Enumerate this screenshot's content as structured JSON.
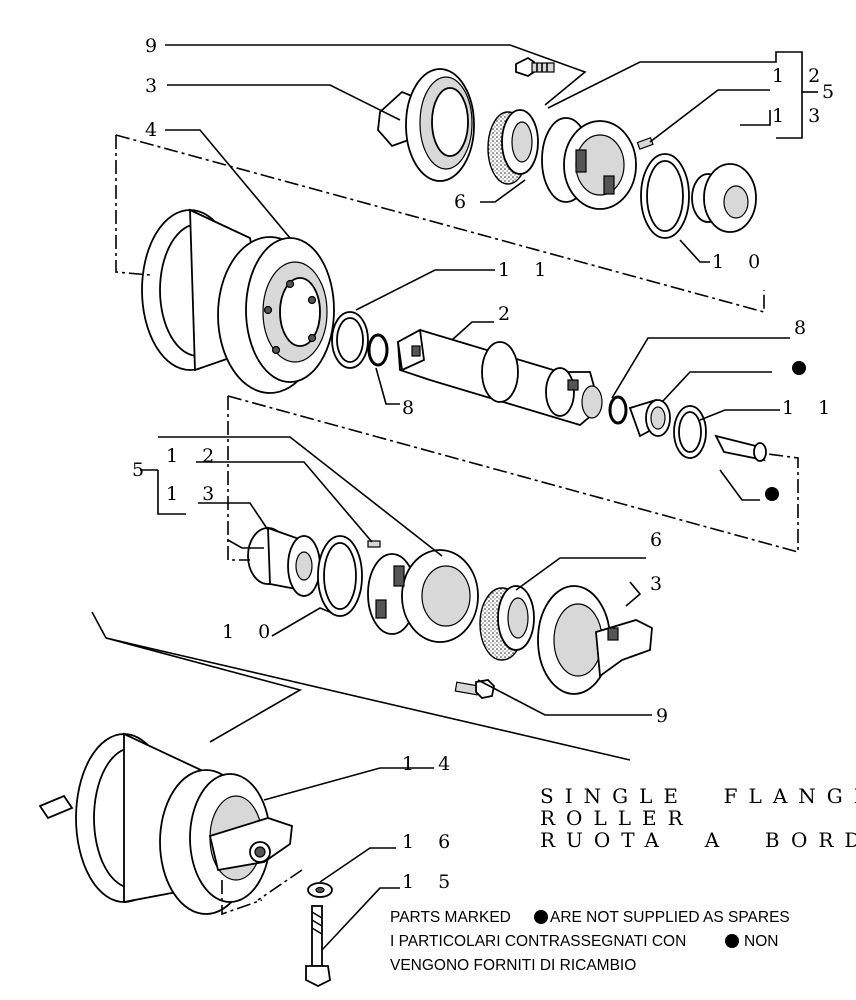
{
  "callouts": {
    "n9_top": "9",
    "n3_top": "3",
    "n4": "4",
    "n6_top": "6",
    "n12_top": "1 2",
    "n5_top": "5",
    "n13_top": "1 3",
    "n10_top": "1 0",
    "n11_top": "1 1",
    "n2": "2",
    "n8_left": "8",
    "n8_right": "8",
    "n11_right": "1 1",
    "n12_bot": "1 2",
    "n5_bot": "5",
    "n13_bot": "1 3",
    "n10_bot": "1 0",
    "n6_bot": "6",
    "n3_bot": "3",
    "n9_bot": "9",
    "n14": "1 4",
    "n16": "1 6",
    "n15": "1 5"
  },
  "title": {
    "line1": "SINGLE  FLANGE",
    "line2": "ROLLER",
    "line3": "RUOTA  A  BORDO"
  },
  "notes": {
    "en_prefix": "PARTS MARKED",
    "en_suffix": "ARE NOT SUPPLIED AS SPARES",
    "it_prefix": "I PARTICOLARI CONTRASSEGNATI CON",
    "it_suffix": "NON",
    "it_line2": "VENGONO FORNITI DI RICAMBIO"
  }
}
